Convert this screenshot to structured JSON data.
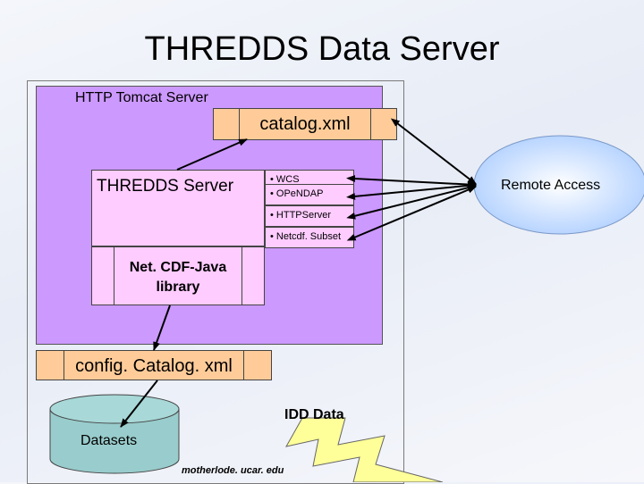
{
  "title": "THREDDS Data Server",
  "tomcat": {
    "label": "HTTP Tomcat Server"
  },
  "catalog": {
    "label": "catalog.xml"
  },
  "tds": {
    "label": "THREDDS Server"
  },
  "services": [
    "• WCS",
    "• OPeNDAP",
    "• HTTPServer",
    "• Netcdf. Subset"
  ],
  "netcdf": {
    "line1": "Net. CDF-Java",
    "line2": "library"
  },
  "config": {
    "label": "config. Catalog. xml"
  },
  "idd": {
    "label": "IDD Data"
  },
  "datasets": {
    "label": "Datasets"
  },
  "motherlode": {
    "label": "motherlode. ucar. edu"
  },
  "remote": {
    "label": "Remote Access"
  },
  "colors": {
    "tomcat": "#cc99ff",
    "peach": "#ffcc99",
    "inner": "#ffccff",
    "cylinder": "#99cccc",
    "lightning": "#ffff99",
    "ellipse": "#aaccff"
  }
}
